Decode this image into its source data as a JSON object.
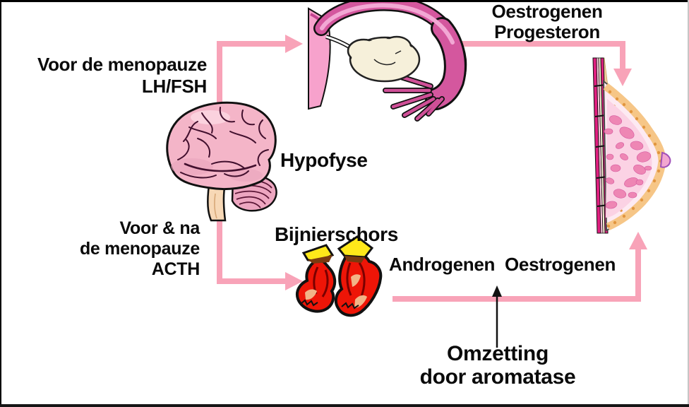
{
  "diagram": {
    "type": "medical-hormone-pathway-diagram",
    "language": "nl",
    "labels": {
      "premenopause_line1": "Voor de menopauze",
      "premenopause_line2": "LH/FSH",
      "hypofyse": "Hypofyse",
      "pre_post_line1": "Voor & na",
      "pre_post_line2": "de menopauze",
      "pre_post_line3": "ACTH",
      "bijnierschors": "Bijnierschors",
      "androgenen": "Androgenen",
      "oestrogenen_mid": "Oestrogenen",
      "ovary_hormones_line1": "Oestrogenen",
      "ovary_hormones_line2": "Progesteron",
      "omzetting_line1": "Omzetting",
      "omzetting_line2": "door aromatase"
    },
    "icons": {
      "brain": "brain-illustration",
      "ovary_tube": "uterus-fallopian-tube-ovary-illustration",
      "breast": "breast-cross-section-illustration",
      "adrenal": "adrenal-glands-illustration",
      "flow_arrows": "pink-flow-arrow",
      "conversion_arrow": "black-conversion-arrow"
    },
    "colors": {
      "arrow-pink": "#f8a3b8",
      "text-color": "#0a0a0a",
      "slide-bg": "#ffffff",
      "brain-pink": "#f4b5c8",
      "tube-pink": "#d4579e",
      "tube-light": "#f2a8d4",
      "ovary-cream": "#f6f0da",
      "adrenal-red": "#ee1507",
      "adrenal-yellow": "#ffe81a",
      "chest-magenta": "#e01f80",
      "fat-orange": "#f6c687",
      "gland-pink": "#ee86b4"
    }
  }
}
